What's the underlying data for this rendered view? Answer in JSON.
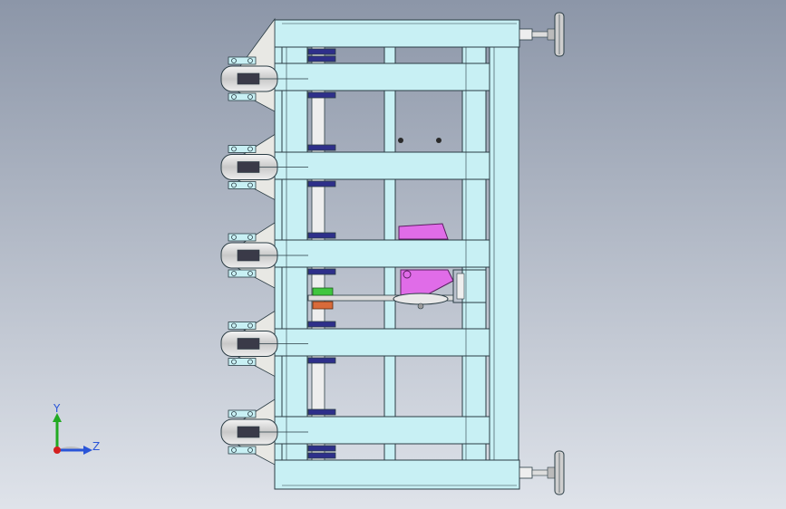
{
  "viewport": {
    "background_top": "#8c96a8",
    "background_bottom": "#dfe3ea"
  },
  "colors": {
    "frame": "#c8f0f4",
    "frame_stroke": "#2a3c44",
    "bracket": "#e8e8e4",
    "wheel": "#dcdcdc",
    "hub": "#3a3a48",
    "collar": "#2e2f8a",
    "motor_part": "#e06ce8",
    "sprocket": "#d86a3a",
    "chain_green": "#3fc63f"
  },
  "triad": {
    "y_label": "Y",
    "z_label": "Z",
    "y_color": "#22aa22",
    "z_color": "#2a55d8",
    "origin_color": "#d42020"
  },
  "rollers": [
    {
      "name": "roller-1"
    },
    {
      "name": "roller-2"
    },
    {
      "name": "roller-3"
    },
    {
      "name": "roller-4"
    },
    {
      "name": "roller-5"
    }
  ],
  "leveling_feet": [
    {
      "name": "leveling-foot-top"
    },
    {
      "name": "leveling-foot-bottom"
    }
  ]
}
